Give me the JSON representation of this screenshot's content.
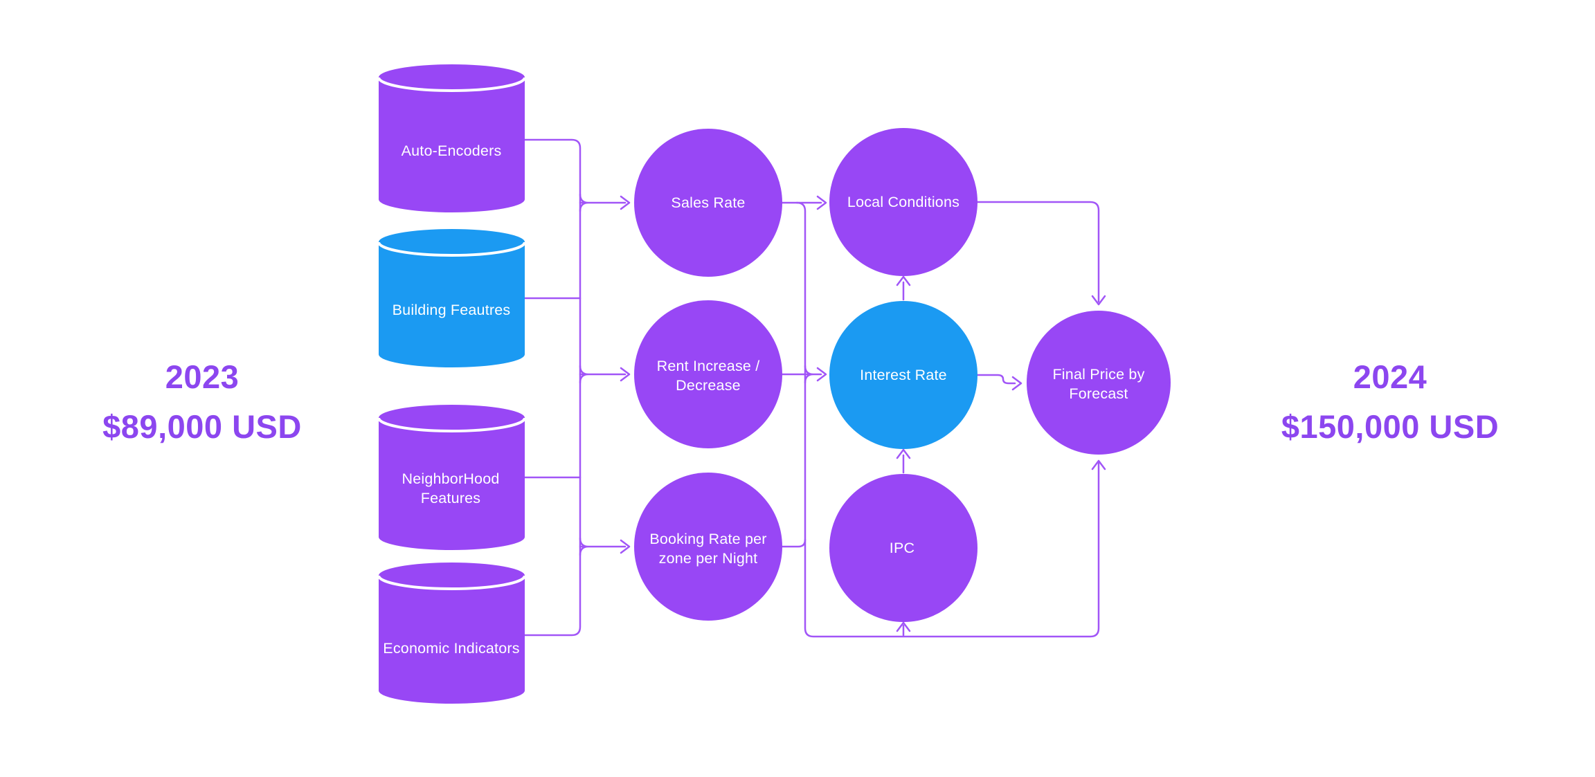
{
  "canvas": {
    "background": "#FFFFFF"
  },
  "colors": {
    "node_purple": "#9847F5",
    "node_blue": "#1B9AF2",
    "connector_purple": "#A155F7",
    "year_text_purple": "#8C46EF",
    "node_text_white": "#FFFFFF",
    "cylinder_lid_stroke": "#FFFFFF"
  },
  "left_summary": {
    "year": "2023",
    "amount": "$89,000 USD"
  },
  "right_summary": {
    "year": "2024",
    "amount": "$150,000 USD"
  },
  "data_sources": {
    "auto_encoders": {
      "label": "Auto-Encoders"
    },
    "building_feautres": {
      "label": "Building Feautres"
    },
    "neighborhood_features": {
      "line1": "NeighborHood",
      "line2": "Features"
    },
    "economic_indicators": {
      "label": "Economic Indicators"
    }
  },
  "model_factors": {
    "sales_rate": {
      "label": "Sales Rate"
    },
    "rent_change": {
      "line1": "Rent Increase /",
      "line2": "Decrease"
    },
    "booking_rate": {
      "line1": "Booking Rate per",
      "line2": "zone per Night"
    }
  },
  "market_factors": {
    "local_conditions": {
      "label": "Local Conditions"
    },
    "interest_rate": {
      "label": "Interest Rate"
    },
    "ipc": {
      "label": "IPC"
    }
  },
  "output": {
    "final_forecast": {
      "line1": "Final Price by",
      "line2": "Forecast"
    }
  }
}
